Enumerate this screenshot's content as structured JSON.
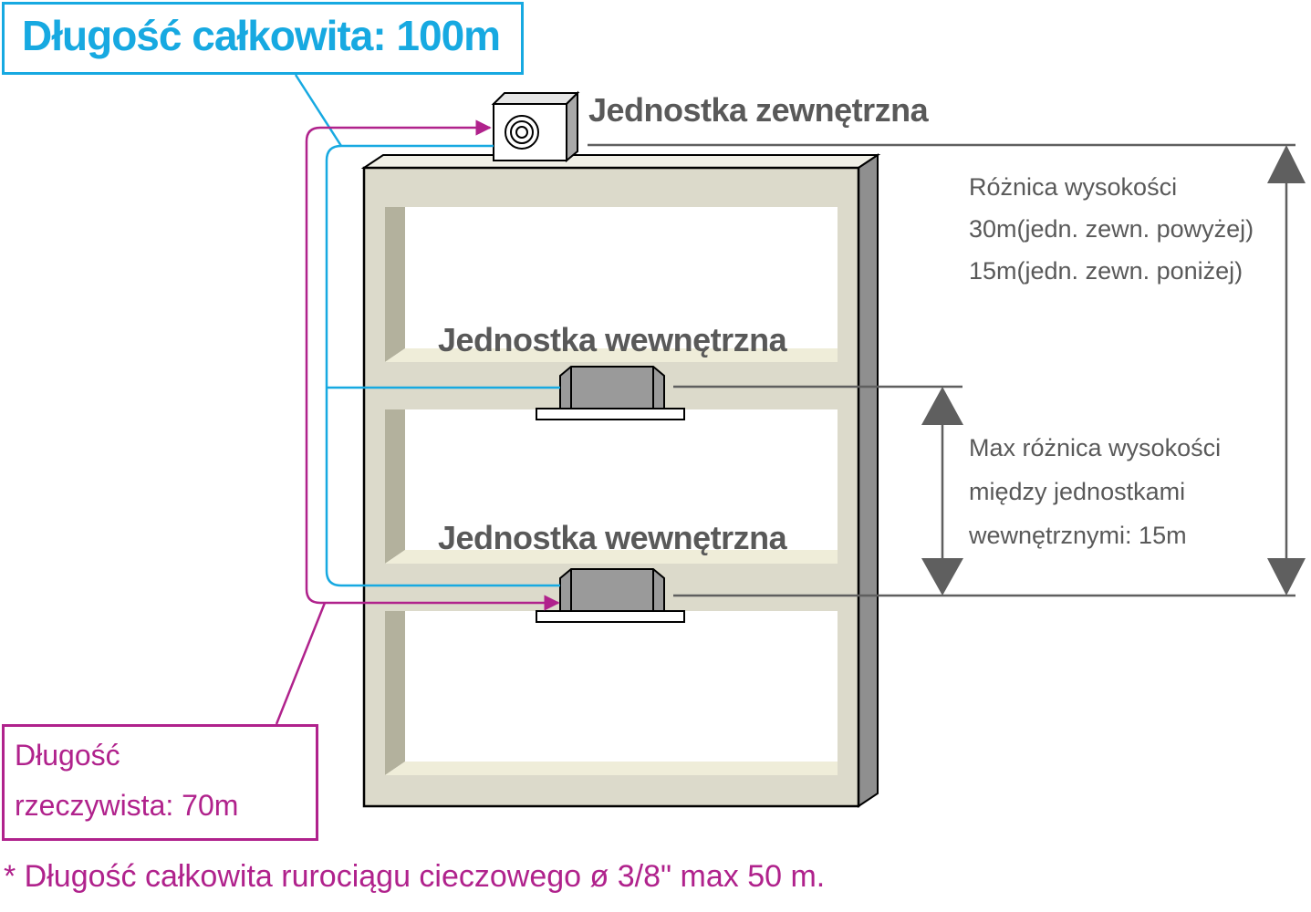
{
  "labels": {
    "total_length": "Długość całkowita: 100m",
    "actual_length_line1": "Długość",
    "actual_length_line2": "rzeczywista: 70m",
    "outdoor_unit": "Jednostka zewnętrzna",
    "indoor_unit_upper": "Jednostka wewnętrzna",
    "indoor_unit_lower": "Jednostka wewnętrzna",
    "height_difference": [
      "Różnica wysokości",
      "30m(jedn. zewn. powyżej)",
      "15m(jedn. zewn. poniżej)"
    ],
    "indoor_height_difference": [
      "Max różnica wysokości",
      "między jednostkami",
      "wewnętrznymi: 15m"
    ],
    "footnote": "* Długość całkowita rurociągu cieczowego ø 3/8\" max 50 m."
  },
  "colors": {
    "total_length_cyan": "#17a9e1",
    "actual_length_magenta": "#b0228c",
    "building_face": "#dcdacb",
    "building_side": "#8f8f8f",
    "unit_gray": "#9a9a9a",
    "dimension_gray": "#5f5f5f",
    "text_gray": "#595959"
  }
}
